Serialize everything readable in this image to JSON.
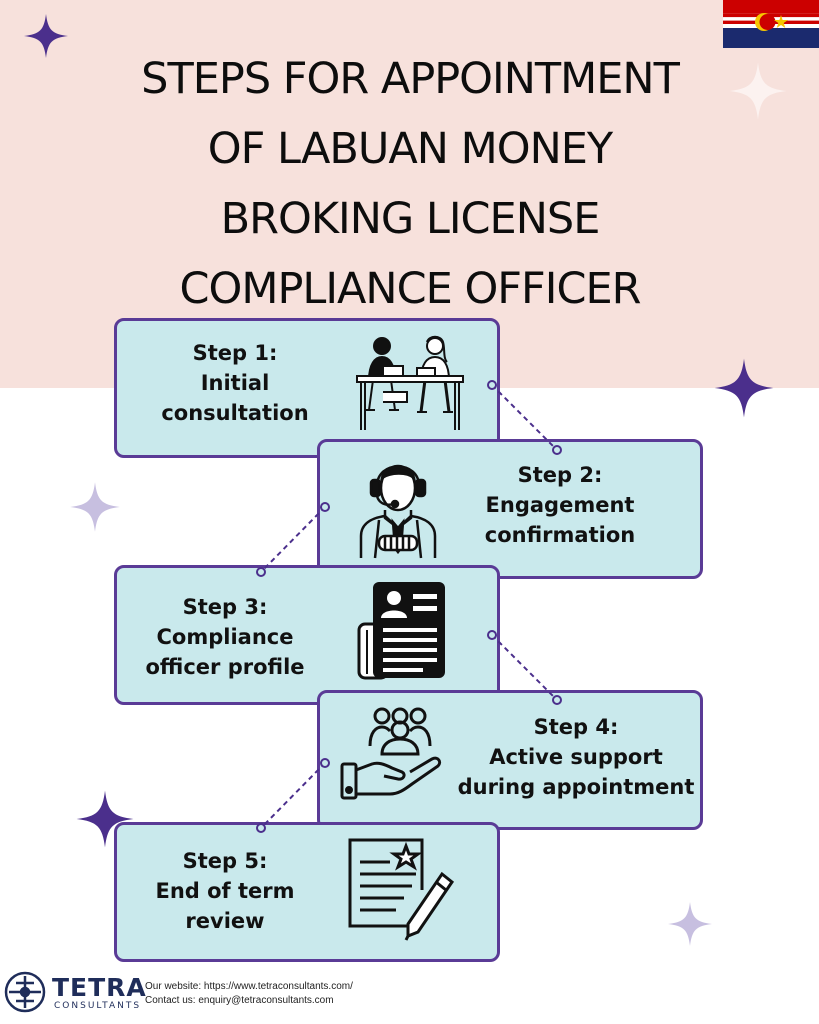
{
  "title": {
    "lines": [
      "STEPS FOR APPOINTMENT",
      "OF LABUAN MONEY",
      "BROKING LICENSE",
      "COMPLIANCE OFFICER"
    ]
  },
  "flag": {
    "icon": "malaysia-flag-icon"
  },
  "steps": [
    {
      "lines": [
        "Step 1:",
        "Initial",
        "consultation"
      ],
      "icon": "meeting-people-icon"
    },
    {
      "lines": [
        "Step 2:",
        "Engagement",
        "confirmation"
      ],
      "icon": "support-agent-icon"
    },
    {
      "lines": [
        "Step 3:",
        "Compliance",
        "officer profile"
      ],
      "icon": "profile-document-icon"
    },
    {
      "lines": [
        "Step 4:",
        "Active support",
        "during appointment"
      ],
      "icon": "helping-hand-group-icon"
    },
    {
      "lines": [
        "Step 5:",
        "End of term",
        "review"
      ],
      "icon": "review-document-icon"
    }
  ],
  "footer": {
    "logo_name": "TETRA",
    "logo_sub": "CONSULTANTS",
    "website": "Our website: https://www.tetraconsultants.com/",
    "contact": "Contact us: enquiry@tetraconsultants.com"
  },
  "colors": {
    "top_band": "#f7e1dc",
    "box_fill": "#c9e9ec",
    "box_border": "#5a3b96",
    "sparkle_dark": "#4b2f8c",
    "sparkle_light": "#c7bfe0",
    "brand": "#1f2d5a"
  }
}
